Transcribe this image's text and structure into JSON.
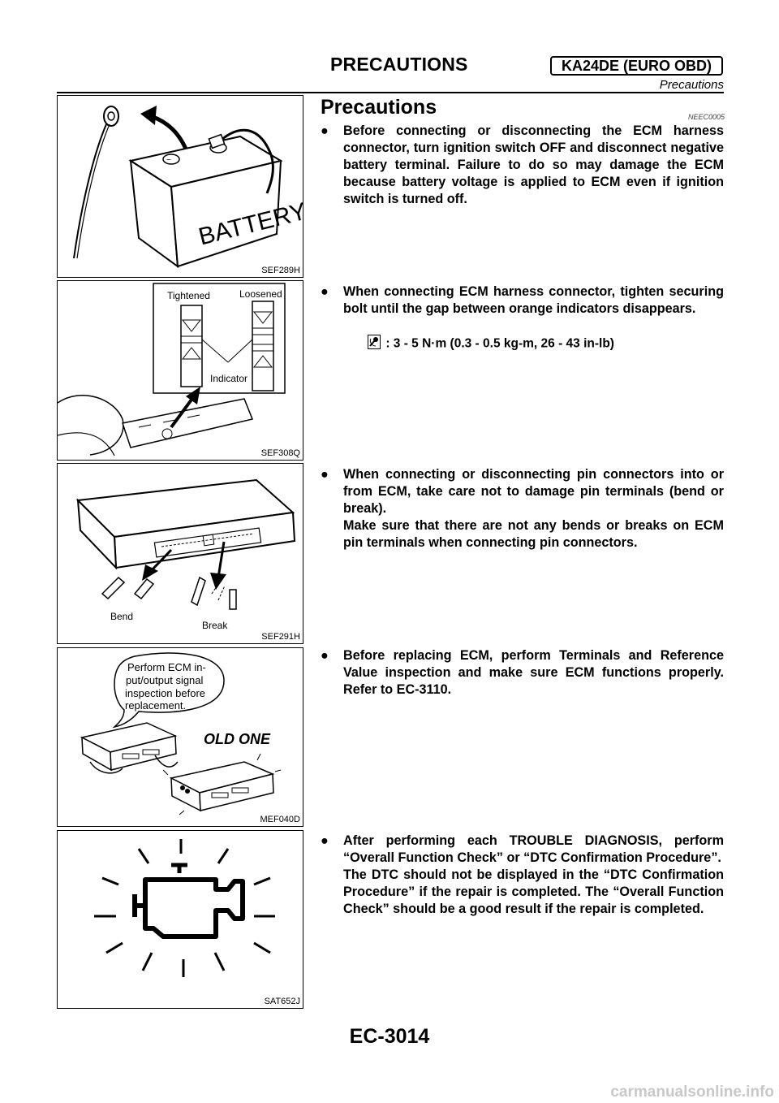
{
  "header": {
    "title": "PRECAUTIONS",
    "badge": "KA24DE (EURO OBD)",
    "subtitle": "Precautions"
  },
  "section": {
    "title": "Precautions",
    "code": "NEEC0005"
  },
  "bullet_glyph": "●",
  "figures": [
    {
      "code": "SEF289H",
      "labels": {
        "battery": "BATTERY"
      }
    },
    {
      "code": "SEF308Q",
      "labels": {
        "tightened": "Tightened",
        "loosened": "Loosened",
        "indicator": "Indicator"
      }
    },
    {
      "code": "SEF291H",
      "labels": {
        "bend": "Bend",
        "break": "Break"
      }
    },
    {
      "code": "MEF040D",
      "labels": {
        "bubble_l1": "Perform ECM in-",
        "bubble_l2": "put/output signal",
        "bubble_l3": "inspection before",
        "bubble_l4": "replacement.",
        "old_one": "OLD ONE"
      }
    },
    {
      "code": "SAT652J"
    }
  ],
  "paragraphs": [
    {
      "text": "Before connecting or disconnecting the ECM harness connector, turn ignition switch OFF and disconnect negative battery terminal. Failure to do so may damage the ECM because battery voltage is applied to ECM even if ignition switch is turned off."
    },
    {
      "text": "When connecting ECM harness connector, tighten securing bolt until the gap between orange indicators disappears."
    },
    {
      "text": "When connecting or disconnecting pin connectors into or from ECM, take care not to damage pin terminals (bend or break).\nMake sure that there are not any bends or breaks on ECM pin terminals when connecting pin connectors."
    },
    {
      "text": "Before replacing ECM, perform Terminals and Reference Value inspection and make sure ECM functions properly. Refer to EC-3110."
    },
    {
      "text": "After performing each TROUBLE DIAGNOSIS, perform “Overall Function Check” or “DTC Confirmation Procedure”.\nThe DTC should not be displayed in the “DTC Confirmation Procedure” if the repair is completed. The “Overall Function Check” should be a good result if the repair is completed."
    }
  ],
  "torque": {
    "icon": "torque-wrench-icon",
    "value": ": 3 - 5 N·m (0.3 - 0.5 kg-m, 26 - 43 in-lb)"
  },
  "footer": {
    "page": "EC-3014"
  },
  "watermark": "carmanualsonline.info"
}
